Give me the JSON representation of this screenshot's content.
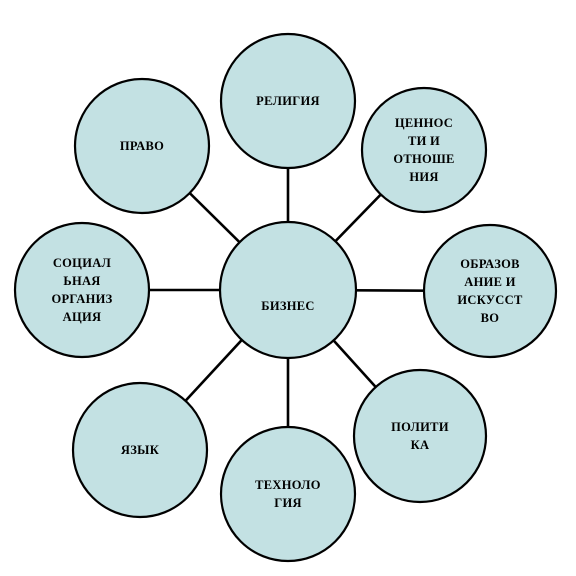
{
  "diagram": {
    "center": {
      "lines": [
        "БИЗНЕС"
      ]
    },
    "satellites": [
      {
        "id": "religion",
        "lines": [
          "РЕЛИГИЯ"
        ]
      },
      {
        "id": "values",
        "lines": [
          "ЦЕННОС",
          "ТИ И",
          "ОТНОШЕ",
          "НИЯ"
        ]
      },
      {
        "id": "education",
        "lines": [
          "ОБРАЗОВ",
          "АНИЕ И",
          "ИСКУССТ",
          "ВО"
        ]
      },
      {
        "id": "politics",
        "lines": [
          "ПОЛИТИ",
          "КА"
        ]
      },
      {
        "id": "technology",
        "lines": [
          "ТЕХНОЛО",
          "ГИЯ"
        ]
      },
      {
        "id": "language",
        "lines": [
          "ЯЗЫК"
        ]
      },
      {
        "id": "social-organization",
        "lines": [
          "СОЦИАЛ",
          "ЬНАЯ",
          "ОРГАНИЗ",
          "АЦИЯ"
        ]
      },
      {
        "id": "law",
        "lines": [
          "ПРАВО"
        ]
      }
    ]
  }
}
